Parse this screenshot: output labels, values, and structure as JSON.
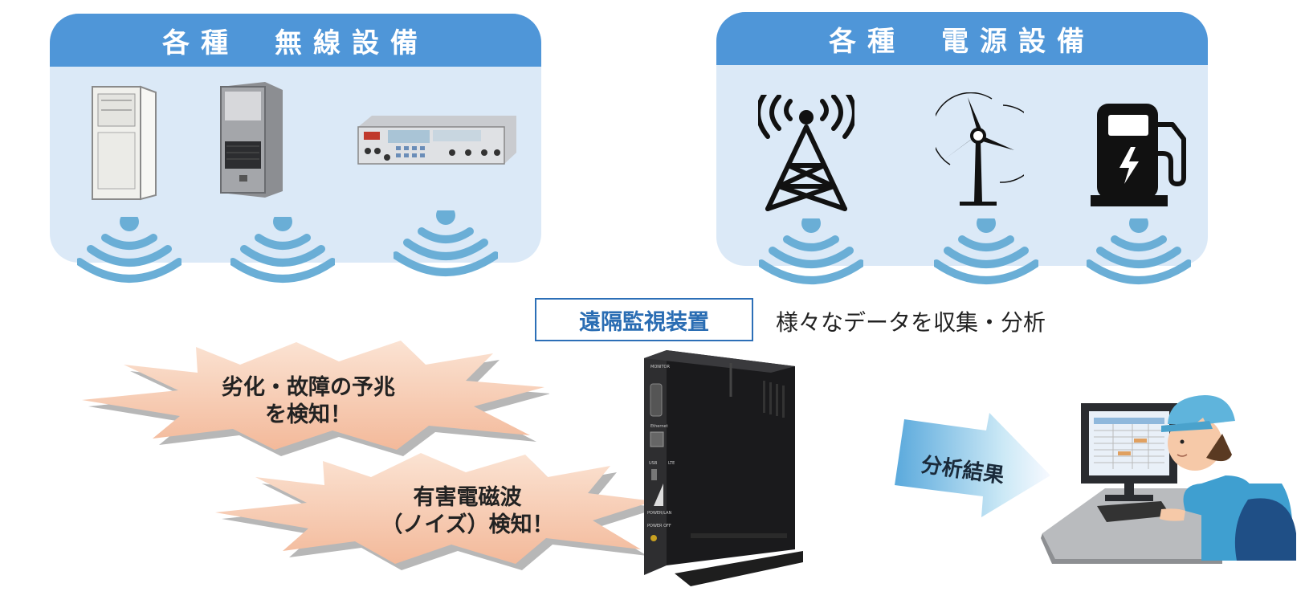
{
  "left_panel": {
    "title_a": "各種",
    "title_b": "無線設備"
  },
  "right_panel": {
    "title_a": "各種",
    "title_b": "電源設備"
  },
  "device_label": "遠隔監視装置",
  "collect_label": "様々なデータを収集・分析",
  "burst1": {
    "line1": "劣化・故障の予兆",
    "line2": "を検知！"
  },
  "burst2": {
    "line1": "有害電磁波",
    "line2": "（ノイズ）検知！"
  },
  "arrow_label": "分析結果",
  "device_ports": {
    "monitor": "MONITOR",
    "ethernet": "Ethernet",
    "usb": "USB",
    "lte": "LTE",
    "power": "POWER/LAN",
    "on_off": "POWER OFF"
  },
  "icons": {
    "antenna": "antenna-tower-icon",
    "wind": "wind-turbine-icon",
    "ev": "ev-charger-icon",
    "wifi": "wifi-signal-icon"
  },
  "colors": {
    "panel_bg": "#dbe9f7",
    "panel_head": "#4f96d8",
    "wifi": "#6aaed6",
    "accent_blue": "#2a6db3"
  }
}
